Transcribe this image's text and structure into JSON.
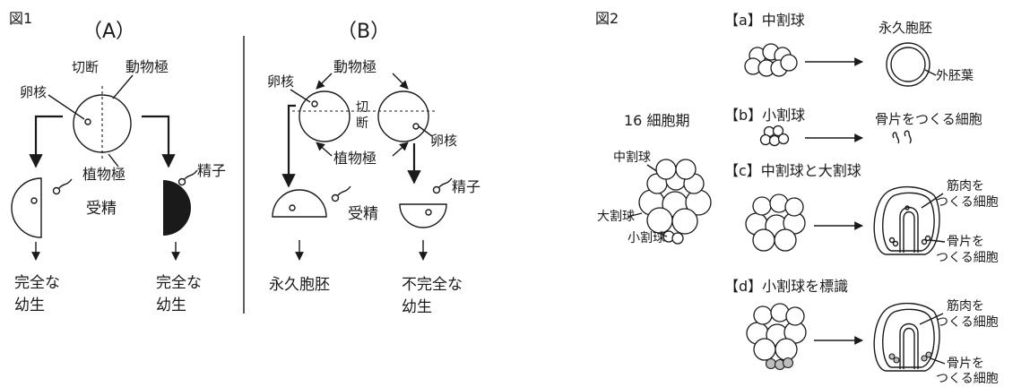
{
  "fig1": {
    "title": "図1",
    "panel_a": {
      "title": "（A）",
      "cut": "切断",
      "animal_pole": "動物極",
      "nucleus": "卵核",
      "vegetal_pole": "植物極",
      "fertilization": "受精",
      "sperm": "精子",
      "result_left_1": "完全な",
      "result_left_2": "幼生",
      "result_right_1": "完全な",
      "result_right_2": "幼生"
    },
    "panel_b": {
      "title": "（B）",
      "nucleus_left": "卵核",
      "animal_pole": "動物極",
      "cut_1": "切",
      "cut_2": "断",
      "nucleus_right": "卵核",
      "vegetal_pole": "植物極",
      "fertilization": "受精",
      "sperm": "精子",
      "result_left": "永久胞胚",
      "result_right_1": "不完全な",
      "result_right_2": "幼生"
    }
  },
  "fig2": {
    "title": "図2",
    "stage_label": "16 細胞期",
    "meso": "中割球",
    "macro": "大割球",
    "micro": "小割球",
    "a": {
      "label": "【a】中割球",
      "result_top": "永久胞胚",
      "result_side": "外胚葉"
    },
    "b": {
      "label": "【b】小割球",
      "result": "骨片をつくる細胞"
    },
    "c": {
      "label": "【c】中割球と大割球",
      "muscle_1": "筋肉を",
      "muscle_2": "つくる細胞",
      "skeleton_1": "骨片を",
      "skeleton_2": "つくる細胞"
    },
    "d": {
      "label": "【d】小割球を標識",
      "muscle_1": "筋肉を",
      "muscle_2": "つくる細胞",
      "skeleton_1": "骨片を",
      "skeleton_2": "つくる細胞"
    }
  }
}
